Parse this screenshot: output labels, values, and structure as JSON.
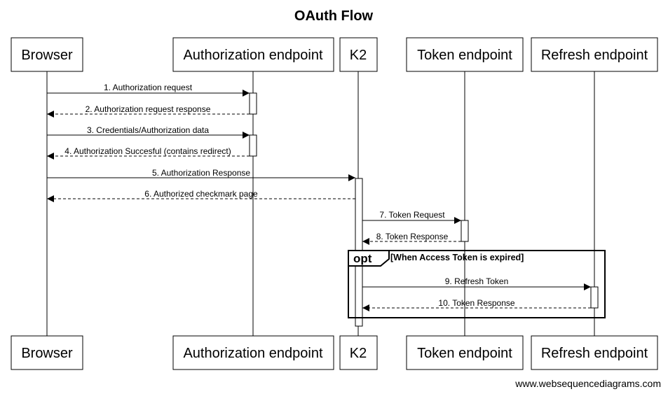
{
  "title": "OAuth Flow",
  "participants": [
    {
      "id": "browser",
      "label": "Browser"
    },
    {
      "id": "authz",
      "label": "Authorization endpoint"
    },
    {
      "id": "k2",
      "label": "K2"
    },
    {
      "id": "token",
      "label": "Token endpoint"
    },
    {
      "id": "refresh",
      "label": "Refresh endpoint"
    }
  ],
  "messages": [
    {
      "label": "1. Authorization request",
      "from": "browser",
      "to": "authz",
      "style": "solid"
    },
    {
      "label": "2. Authorization request response",
      "from": "authz",
      "to": "browser",
      "style": "dashed"
    },
    {
      "label": "3. Credentials/Authorization data",
      "from": "browser",
      "to": "authz",
      "style": "solid"
    },
    {
      "label": "4. Authorization Succesful (contains redirect)",
      "from": "authz",
      "to": "browser",
      "style": "dashed"
    },
    {
      "label": "5. Authorization Response",
      "from": "browser",
      "to": "k2",
      "style": "solid"
    },
    {
      "label": "6. Authorized checkmark page",
      "from": "k2",
      "to": "browser",
      "style": "dashed"
    },
    {
      "label": "7. Token Request",
      "from": "k2",
      "to": "token",
      "style": "solid"
    },
    {
      "label": "8. Token Response",
      "from": "token",
      "to": "k2",
      "style": "dashed"
    },
    {
      "label": "9. Refresh Token",
      "from": "k2",
      "to": "refresh",
      "style": "solid"
    },
    {
      "label": "10. Token Response",
      "from": "refresh",
      "to": "k2",
      "style": "dashed"
    }
  ],
  "fragment": {
    "type": "opt",
    "condition": "[When Access Token is expired]"
  },
  "watermark": "www.websequencediagrams.com"
}
